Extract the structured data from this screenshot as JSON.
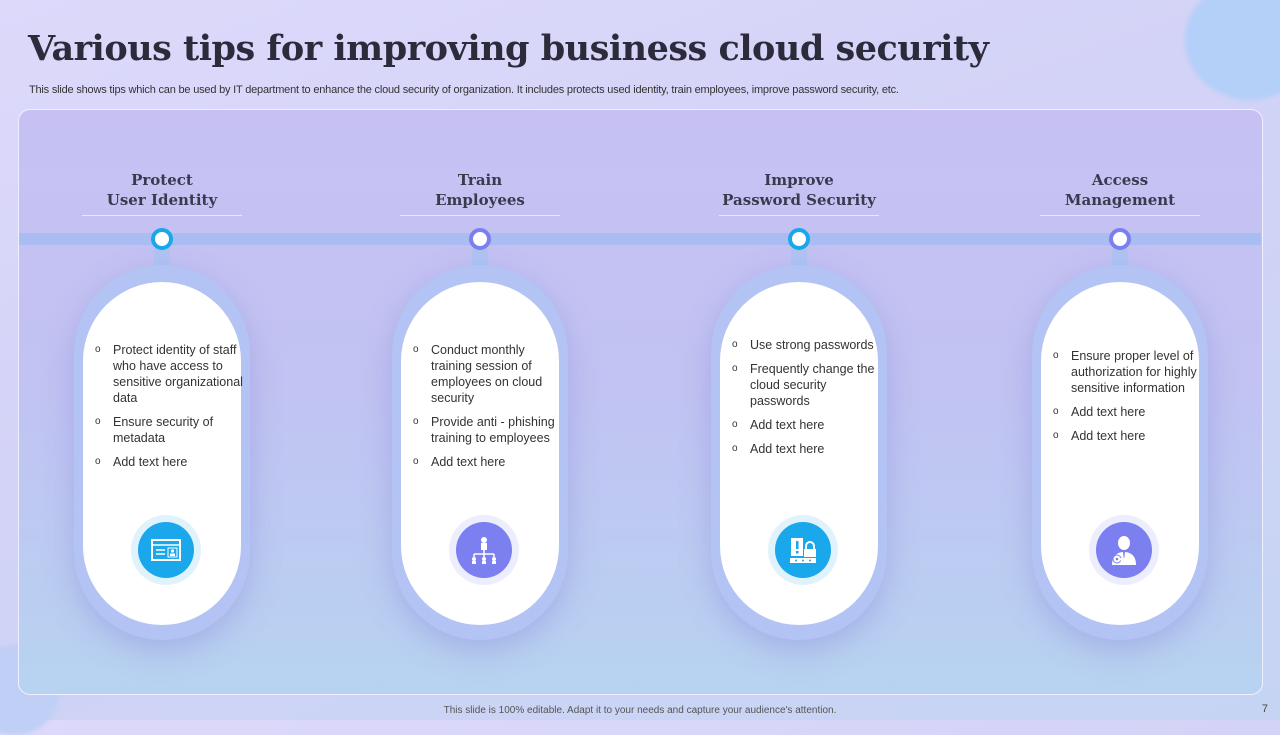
{
  "title": "Various tips for improving business cloud security",
  "subtitle": "This slide shows tips which can be used by IT department to enhance the cloud security of organization. It includes protects used identity, train employees, improve password security, etc.",
  "colors": {
    "blue": "#1aa7ec",
    "purple": "#7b7ff0"
  },
  "tips": [
    {
      "heading": [
        "Protect",
        "User Identity"
      ],
      "bullets": [
        "Protect identity of staff who have access to sensitive organizational data",
        "Ensure security of metadata",
        "Add text here"
      ],
      "icon": "id-card-icon"
    },
    {
      "heading": [
        "Train",
        "Employees"
      ],
      "bullets": [
        "Conduct monthly training session of employees on cloud security",
        "Provide anti - phishing training to employees",
        "Add text here"
      ],
      "icon": "org-chart-icon"
    },
    {
      "heading": [
        "Improve",
        "Password Security"
      ],
      "bullets": [
        "Use strong passwords",
        "Frequently change the cloud security passwords",
        "Add text here",
        "Add text here"
      ],
      "icon": "password-lock-icon"
    },
    {
      "heading": [
        "Access",
        "Management"
      ],
      "bullets": [
        "Ensure proper level of authorization for highly sensitive information",
        "Add text here",
        "Add text here"
      ],
      "icon": "user-key-icon"
    }
  ],
  "footer": "This slide is 100% editable. Adapt it to your needs and capture your audience's attention.",
  "page_number": "7"
}
